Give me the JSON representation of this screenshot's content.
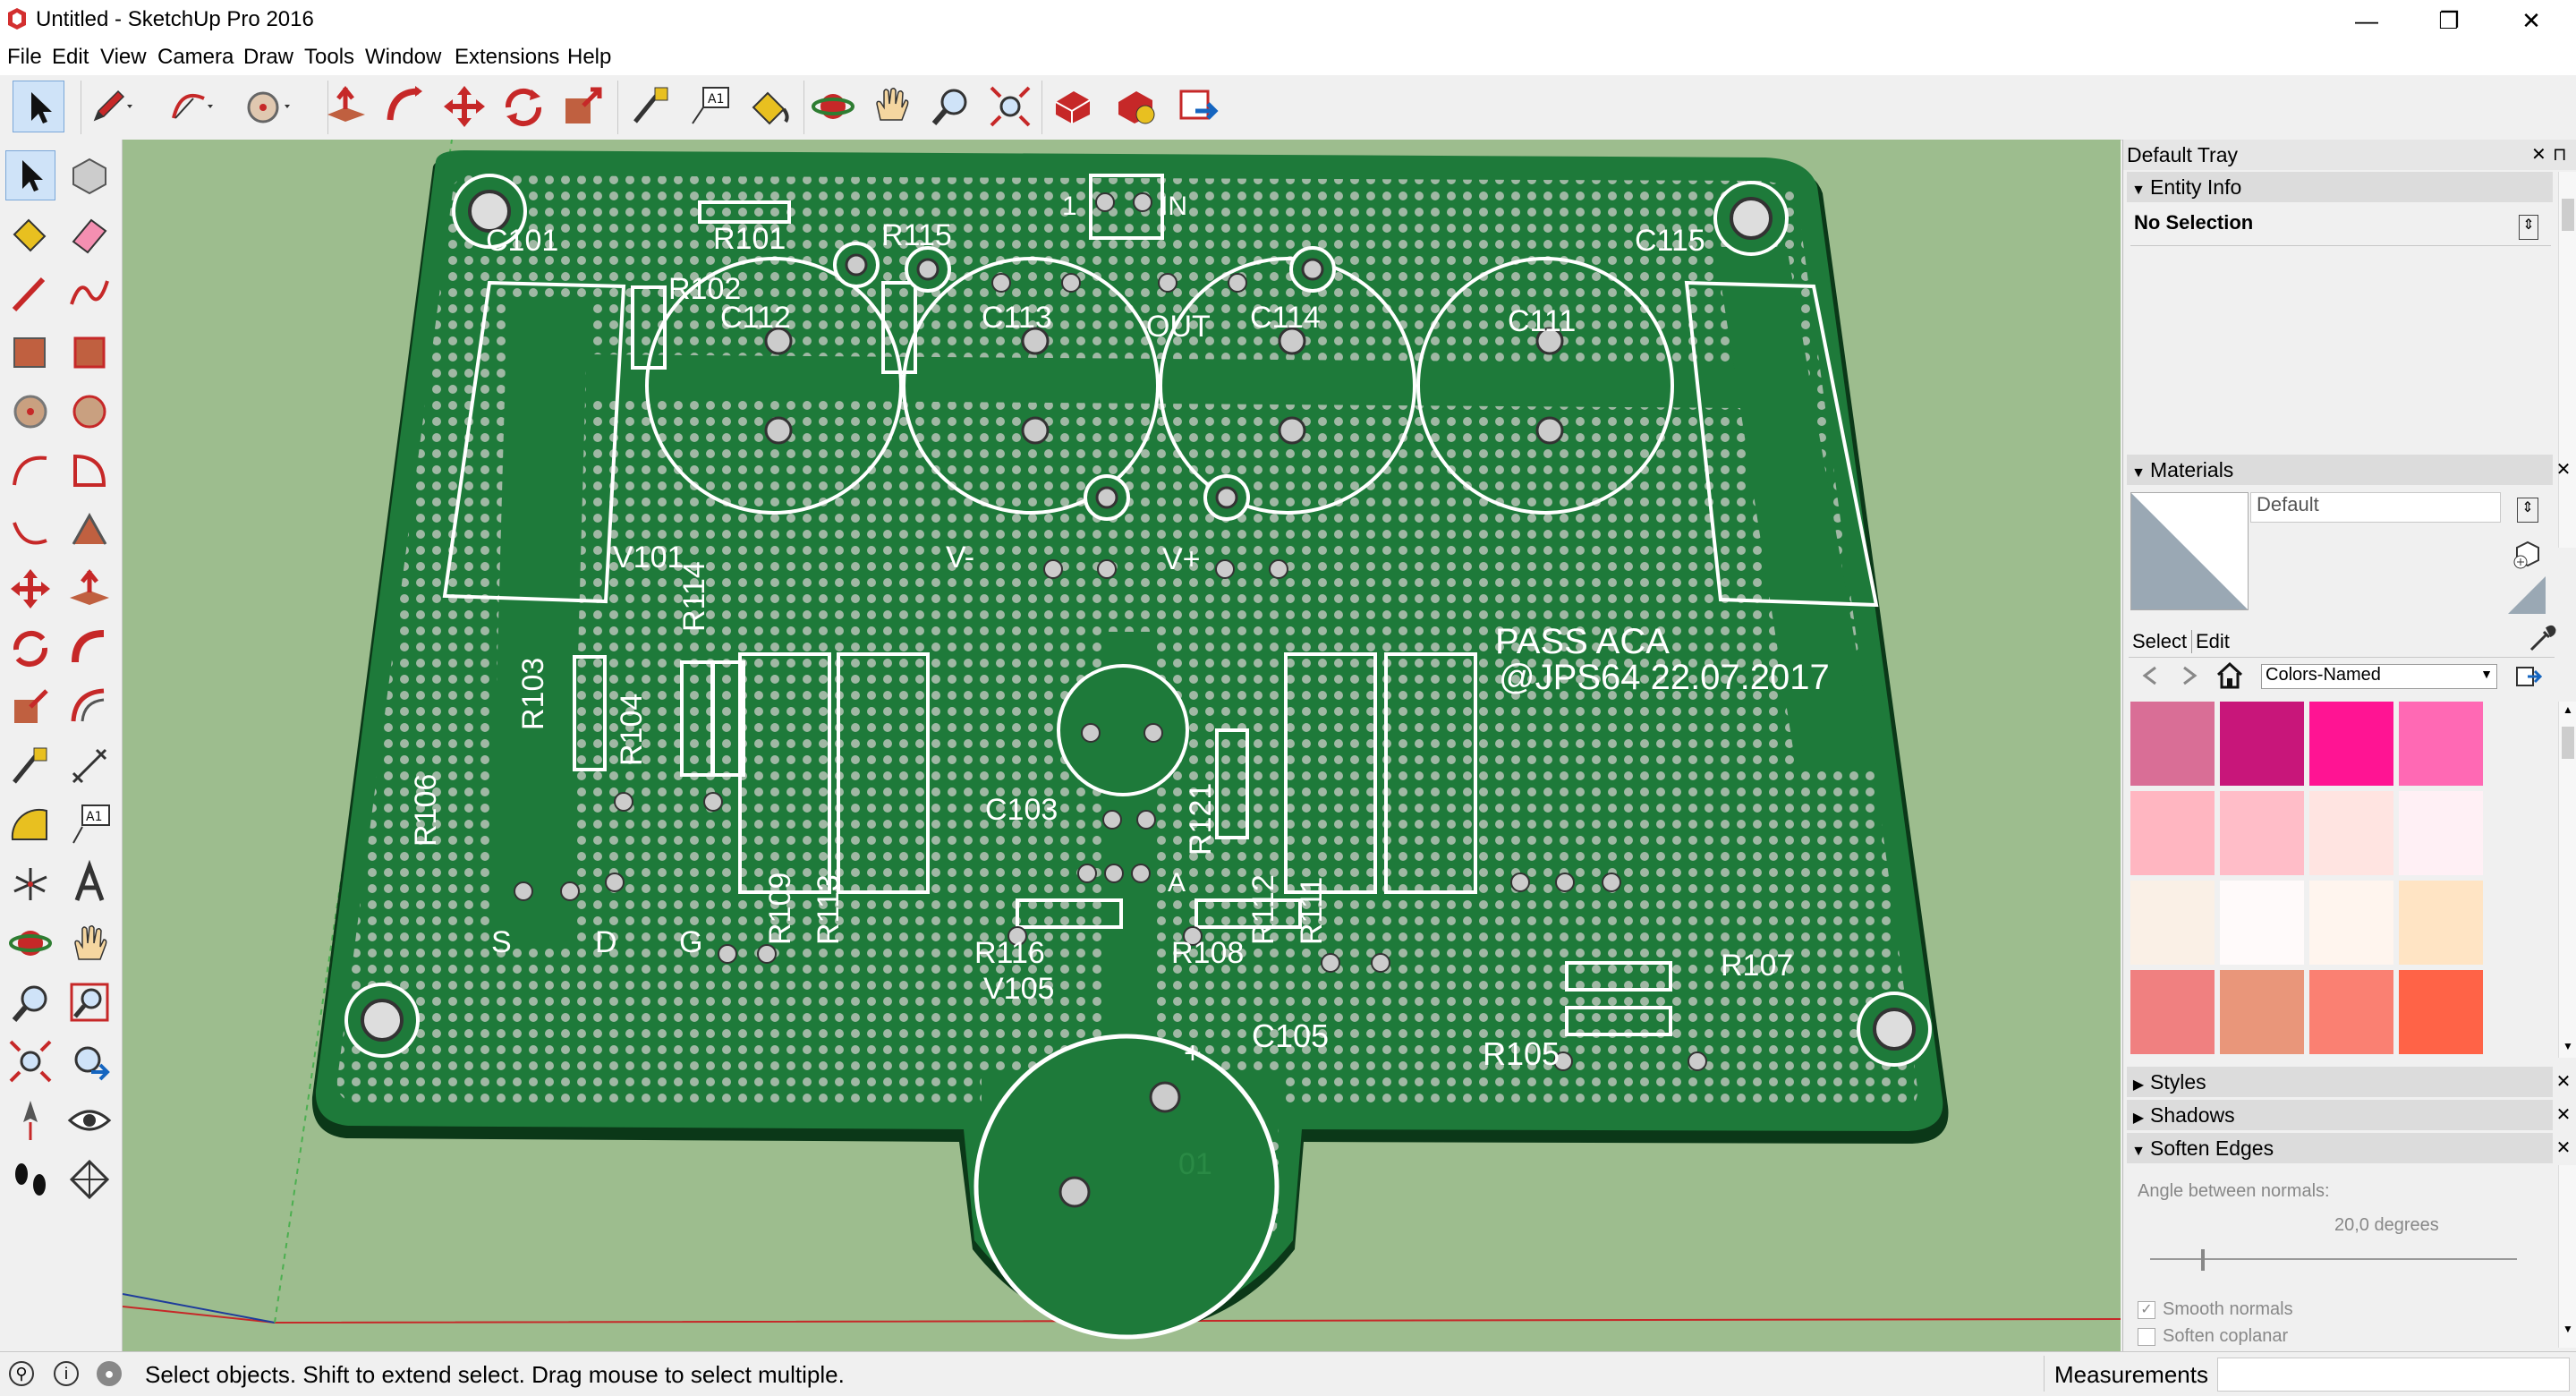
{
  "window": {
    "title": "Untitled - SketchUp Pro 2016",
    "minimize_glyph": "—",
    "restore_glyph": "❐",
    "close_glyph": "✕"
  },
  "menu": [
    "File",
    "Edit",
    "View",
    "Camera",
    "Draw",
    "Tools",
    "Window",
    "Extensions",
    "Help"
  ],
  "toolbar_icons": [
    "select-icon",
    "pencil-icon",
    "arc-icon",
    "circle-icon",
    "push-pull-icon",
    "follow-me-icon",
    "move-icon",
    "rotate-icon",
    "scale-icon",
    "tape-measure-icon",
    "text-icon",
    "paint-bucket-icon",
    "orbit-icon",
    "pan-icon",
    "zoom-icon",
    "zoom-extents-icon",
    "warehouse-icon",
    "extension-warehouse-icon",
    "send-to-layout-icon"
  ],
  "left_tool_icons": [
    "select-icon",
    "make-component-icon",
    "paint-bucket-icon",
    "eraser-icon",
    "line-icon",
    "freehand-icon",
    "rectangle-icon",
    "rotated-rectangle-icon",
    "circle-icon",
    "polygon-icon",
    "arc-icon",
    "pie-icon",
    "2-point-arc-icon",
    "3-point-arc-icon",
    "move-icon",
    "push-pull-icon",
    "rotate-icon",
    "follow-me-icon",
    "scale-icon",
    "offset-icon",
    "tape-measure-icon",
    "dimension-icon",
    "protractor-icon",
    "text-icon",
    "axes-icon",
    "3d-text-icon",
    "orbit-icon",
    "pan-icon",
    "zoom-icon",
    "zoom-window-icon",
    "zoom-extents-icon",
    "previous-view-icon",
    "position-camera-icon",
    "look-around-icon",
    "walk-icon",
    "section-plane-icon"
  ],
  "pcb": {
    "labels": [
      "C101",
      "R101",
      "R115",
      "1",
      "IN",
      "C115",
      "R102",
      "OUT",
      "C112",
      "C113",
      "C114",
      "C111",
      "V101",
      "R114",
      "V-",
      "V+",
      "R103",
      "R104",
      "PASS ACA",
      "@JPS64 22.07.2017",
      "R106",
      "C103",
      "R121",
      "A",
      "S",
      "D",
      "G",
      "R109",
      "R113",
      "R116",
      "R108",
      "R112",
      "R111",
      "R107",
      "V105",
      "C105",
      "R105",
      "01",
      "+"
    ]
  },
  "tray": {
    "title": "Default Tray",
    "entity_info": {
      "title": "Entity Info",
      "selection": "No Selection"
    },
    "materials": {
      "title": "Materials",
      "material_name": "Default",
      "tab_select": "Select",
      "tab_edit": "Edit",
      "library": "Colors-Named",
      "swatches": [
        "#d96e96",
        "#c8167a",
        "#ff1493",
        "#ff69b4",
        "#ffb6c1",
        "#ffbdc8",
        "#ffe4e1",
        "#fff0f5",
        "#faf0e6",
        "#fffafa",
        "#fff5ee",
        "#ffe4c4",
        "#f08080",
        "#e9967a",
        "#fa8072",
        "#ff6347"
      ]
    },
    "styles": {
      "title": "Styles"
    },
    "shadows": {
      "title": "Shadows"
    },
    "soften": {
      "title": "Soften Edges",
      "angle_label": "Angle between normals:",
      "angle_value": "20,0  degrees",
      "slider_fraction": 0.14,
      "smooth_label": "Smooth normals",
      "coplanar_label": "Soften coplanar",
      "smooth_checked": true,
      "coplanar_checked": false
    }
  },
  "status": {
    "message": "Select objects. Shift to extend select. Drag mouse to select multiple.",
    "measurements_label": "Measurements"
  },
  "colors": {
    "pcb_green": "#1e7a3a",
    "viewport_bg": "#9dbd8e"
  }
}
